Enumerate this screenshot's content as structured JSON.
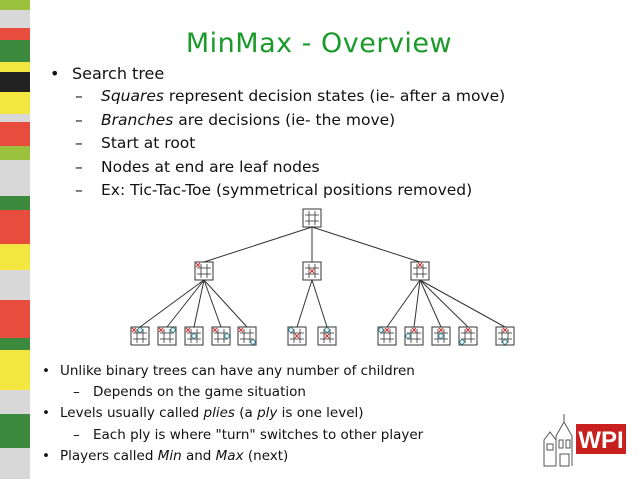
{
  "slide": {
    "title": "MinMax - Overview",
    "bullets_top": {
      "main": "Search tree",
      "subs": [
        {
          "em": "Squares",
          "rest": " represent decision states (ie- after a move)"
        },
        {
          "em": "Branches",
          "rest": " are decisions (ie- the move)"
        },
        {
          "em": "",
          "rest": "Start at root"
        },
        {
          "em": "",
          "rest": "Nodes at end are leaf nodes"
        },
        {
          "em": "",
          "rest": "Ex: Tic-Tac-Toe (symmetrical positions removed)"
        }
      ]
    },
    "bullets_bottom": {
      "b1": "Unlike binary trees can have any number of children",
      "b1_sub": "Depends on the game situation",
      "b2_pre": "Levels usually called ",
      "b2_em1": "plies",
      "b2_mid": " (a ",
      "b2_em2": "ply",
      "b2_post": " is one level)",
      "b2_sub": "Each ply is where \"turn\" switches to other player",
      "b3_pre": "Players called ",
      "b3_em1": "Min",
      "b3_mid": " and ",
      "b3_em2": "Max",
      "b3_post": " (next)"
    },
    "logo_text": "WPI",
    "colors": {
      "title": "#1a9a2a",
      "x_mark": "#d03030",
      "o_mark": "#2a8a9a",
      "logo_red": "#c8201e"
    }
  }
}
